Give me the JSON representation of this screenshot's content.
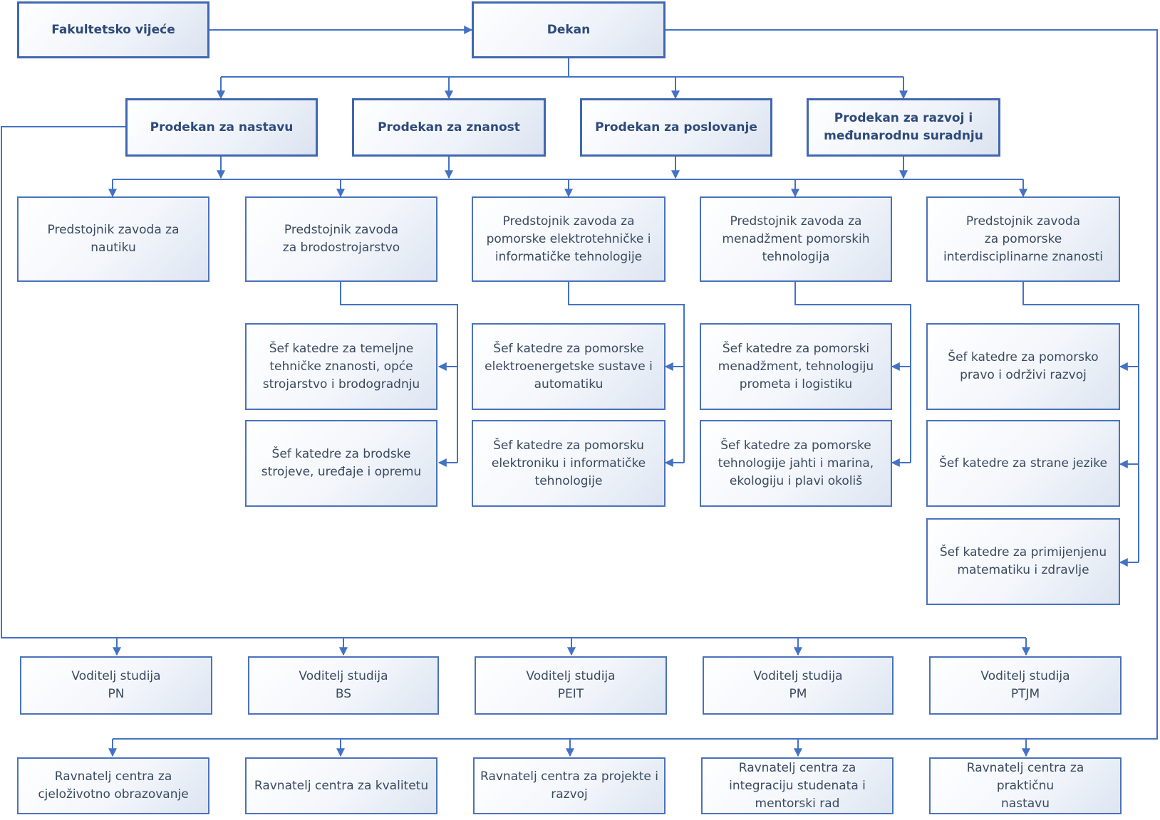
{
  "top": {
    "council": "Fakultetsko vijeće",
    "dean": "Dekan"
  },
  "vice_deans": [
    "Prodekan za nastavu",
    "Prodekan za znanost",
    "Prodekan za poslovanje",
    "Prodekan za razvoj i\nmeđunarodnu suradnju"
  ],
  "institute_heads": [
    "Predstojnik zavoda za nautiku",
    "Predstojnik zavoda\nza brodostrojarstvo",
    "Predstojnik zavoda za\npomorske elektrotehničke i\ninformatičke tehnologije",
    "Predstojnik zavoda za\nmenadžment pomorskih\ntehnologija",
    "Predstojnik zavoda\nza pomorske\ninterdisciplinarne znanosti"
  ],
  "chairs": {
    "brodostrojarstvo": [
      "Šef katedre za temeljne\ntehničke znanosti, opće\nstrojarstvo i brodogradnju",
      "Šef katedre za brodske\nstrojeve, uređaje i opremu"
    ],
    "elektrotehnika": [
      "Šef katedre za pomorske\nelektroenergetske sustave i\nautomatiku",
      "Šef katedre za pomorsku\nelektroniku i informatičke\ntehnologije"
    ],
    "menadzment": [
      "Šef katedre za pomorski\nmenadžment, tehnologiju\nprometa i logistiku",
      "Šef katedre za pomorske\ntehnologije jahti i marina,\nekologiju i plavi okoliš"
    ],
    "interdisciplinarne": [
      "Šef katedre za pomorsko\npravo i održivi razvoj",
      "Šef katedre za strane jezike",
      "Šef katedre za primijenjenu\nmatematiku i zdravlje"
    ]
  },
  "study_leaders": [
    "Voditelj studija\nPN",
    "Voditelj studija\nBS",
    "Voditelj studija\nPEIT",
    "Voditelj studija\nPM",
    "Voditelj studija\nPTJM"
  ],
  "centre_directors": [
    "Ravnatelj centra za\ncjeloživotno obrazovanje",
    "Ravnatelj centra za kvalitetu",
    "Ravnatelj centra za projekte i\nrazvoj",
    "Ravnatelj centra za\nintegraciju studenata i\nmentorski rad",
    "Ravnatelj centra za praktičnu\nnastavu"
  ],
  "colors": {
    "line": "#4472c4",
    "border": "#4a72bb",
    "text": "#3a4a60"
  }
}
